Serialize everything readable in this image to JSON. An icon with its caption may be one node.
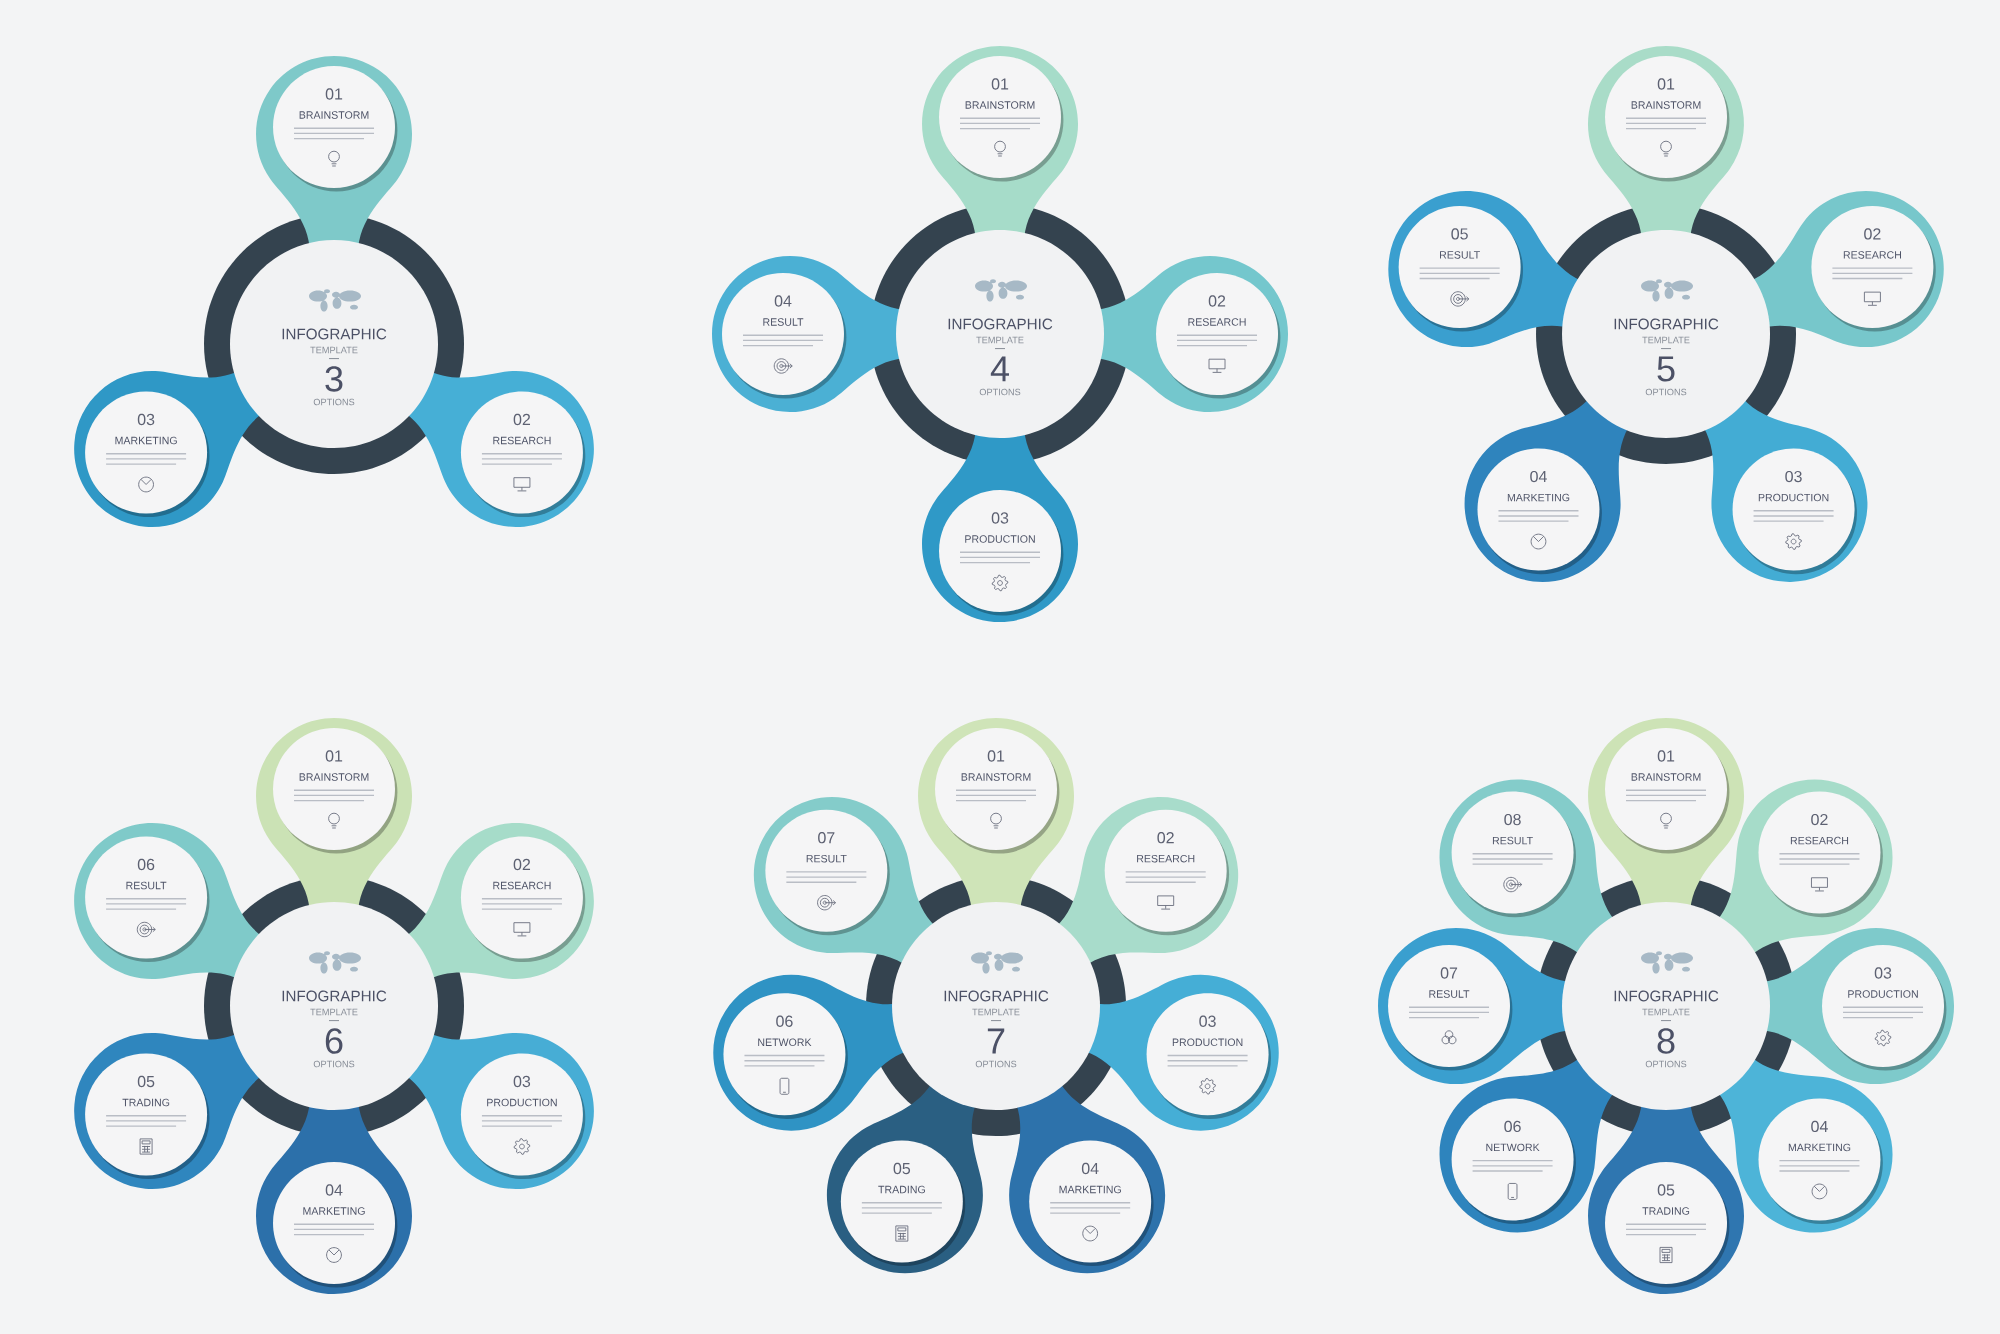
{
  "diagram": {
    "nodes": [
      {
        "text": [
          "INFOGRAPHIC",
          "TEMPLATE",
          "3",
          "OPTIONS"
        ]
      },
      {
        "text": [
          "01",
          "BRAINSTORM"
        ]
      },
      {
        "text": [
          "02",
          "RESEARCH"
        ]
      },
      {
        "text": [
          "03",
          "MARKETING"
        ]
      },
      {
        "text": [
          "INFOGRAPHIC",
          "TEMPLATE",
          "4",
          "OPTIONS"
        ]
      },
      {
        "text": [
          "01",
          "BRAINSTORM"
        ]
      },
      {
        "text": [
          "02",
          "RESEARCH"
        ]
      },
      {
        "text": [
          "03",
          "PRODUCTION"
        ]
      },
      {
        "text": [
          "04",
          "RESULT"
        ]
      },
      {
        "text": [
          "INFOGRAPHIC",
          "TEMPLATE",
          "5",
          "OPTIONS"
        ]
      },
      {
        "text": [
          "01",
          "BRAINSTORM"
        ]
      },
      {
        "text": [
          "02",
          "RESEARCH"
        ]
      },
      {
        "text": [
          "03",
          "PRODUCTION"
        ]
      },
      {
        "text": [
          "04",
          "MARKETING"
        ]
      },
      {
        "text": [
          "05",
          "RESULT"
        ]
      },
      {
        "text": [
          "INFOGRAPHIC",
          "TEMPLATE",
          "6",
          "OPTIONS"
        ]
      },
      {
        "text": [
          "01",
          "BRAINSTORM"
        ]
      },
      {
        "text": [
          "02",
          "RESEARCH"
        ]
      },
      {
        "text": [
          "03",
          "PRODUCTION"
        ]
      },
      {
        "text": [
          "04",
          "MARKETING"
        ]
      },
      {
        "text": [
          "05",
          "TRADING"
        ]
      },
      {
        "text": [
          "06",
          "RESULT"
        ]
      },
      {
        "text": [
          "INFOGRAPHIC",
          "TEMPLATE",
          "7",
          "OPTIONS"
        ]
      },
      {
        "text": [
          "01",
          "BRAINSTORM"
        ]
      },
      {
        "text": [
          "02",
          "RESEARCH"
        ]
      },
      {
        "text": [
          "03",
          "PRODUCTION"
        ]
      },
      {
        "text": [
          "04",
          "MARKETING"
        ]
      },
      {
        "text": [
          "05",
          "TRADING"
        ]
      },
      {
        "text": [
          "06",
          "NETWORK"
        ]
      },
      {
        "text": [
          "07",
          "RESULT"
        ]
      },
      {
        "text": [
          "INFOGRAPHIC",
          "TEMPLATE",
          "8",
          "OPTIONS"
        ]
      },
      {
        "text": [
          "01",
          "BRAINSTORM"
        ]
      },
      {
        "text": [
          "02",
          "RESEARCH"
        ]
      },
      {
        "text": [
          "03",
          "PRODUCTION"
        ]
      },
      {
        "text": [
          "04",
          "MARKETING"
        ]
      },
      {
        "text": [
          "05",
          "TRADING"
        ]
      },
      {
        "text": [
          "06",
          "NETWORK"
        ]
      },
      {
        "text": [
          "07",
          "RESULT"
        ]
      },
      {
        "text": [
          "08",
          "RESULT"
        ]
      }
    ]
  }
}
